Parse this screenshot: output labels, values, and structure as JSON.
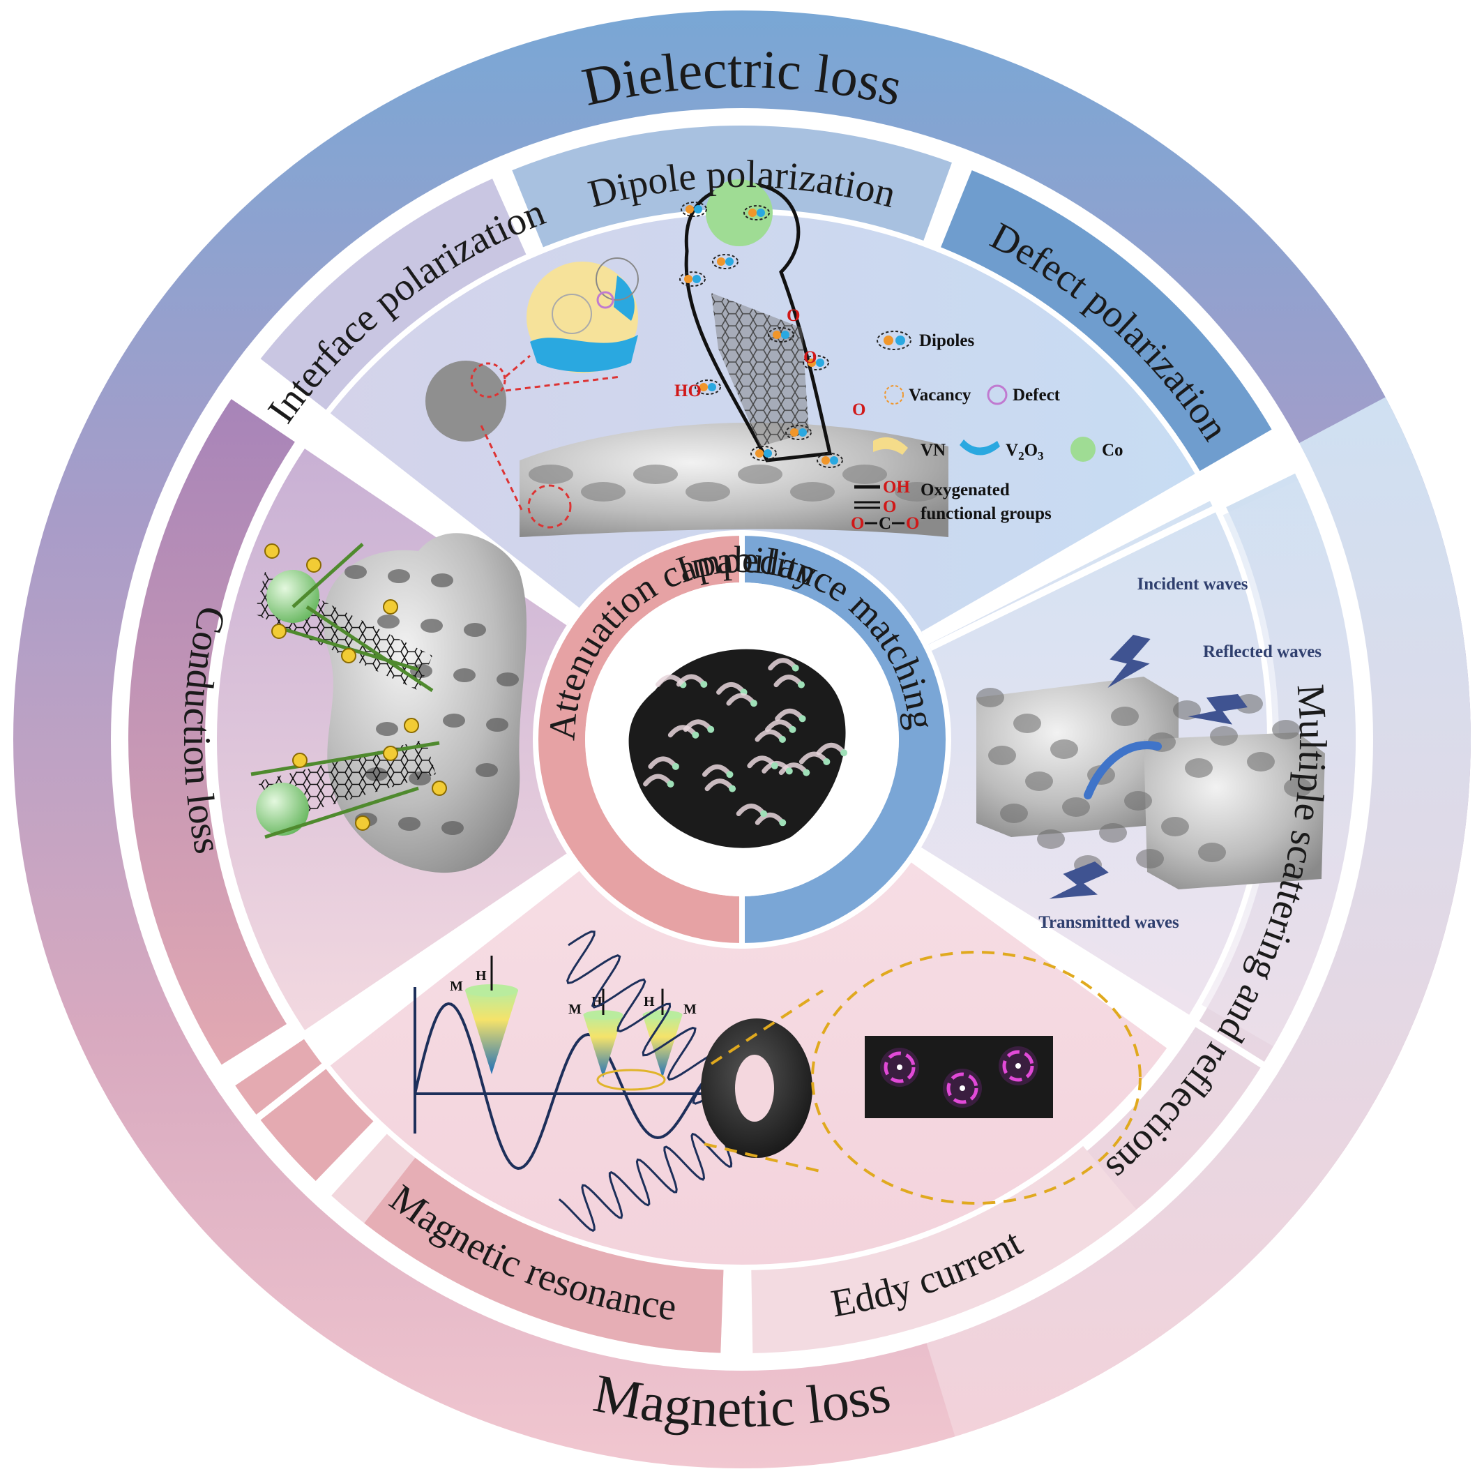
{
  "outer_ring": {
    "dielectric": "Dielectric loss",
    "magnetic": "Magnetic loss",
    "conduction": "Conduction loss",
    "scattering": "Multiple scattering and reflections"
  },
  "dielectric_sub": {
    "interface": "Interface polarization",
    "dipole": "Dipole polarization",
    "defect": "Defect polarization"
  },
  "magnetic_sub": {
    "resonance": "Magnetic resonance",
    "eddy": "Eddy current"
  },
  "hub": {
    "attenuation": "Attenuation capability",
    "impedance": "Impedance matching"
  },
  "legend": {
    "dipoles": "Dipoles",
    "vacancy": "Vacancy",
    "defect": "Defect",
    "vn": "VN",
    "v2o3_main": "V",
    "v2o3_sub1": "2",
    "v2o3_mid": "O",
    "v2o3_sub2": "3",
    "co": "Co",
    "oxy_line1": "Oxygenated",
    "oxy_line2": "functional groups",
    "oh": "OH",
    "o_double": "O",
    "o_c_o_left": "O",
    "o_c_o_mid": "C",
    "o_c_o_right": "O"
  },
  "graphene_labels": {
    "ho": "HO",
    "o1": "O",
    "o2": "O",
    "o3": "O"
  },
  "waves": {
    "incident": "Incident waves",
    "reflected": "Reflected waves",
    "transmitted": "Transmitted waves"
  },
  "magnetic_panel": {
    "m1": "M",
    "h1": "H",
    "m2": "M",
    "h2": "H",
    "m3": "M",
    "h3": "H"
  },
  "colors": {
    "dielectric_blue": "#7fa8d6",
    "magnetic_pink": "#e6a8b8",
    "conduction_purple": "#b58fbf",
    "scatter_light": "#dbe6f4",
    "hub_red": "#e6a2a4",
    "hub_blue": "#7aa6d6",
    "dipole_orange": "#f0962a",
    "dipole_blue": "#2aa8e0",
    "co_green": "#9fdc94",
    "vn_yellow": "#f5dc8a",
    "wave_navy": "#2f3f6e"
  }
}
